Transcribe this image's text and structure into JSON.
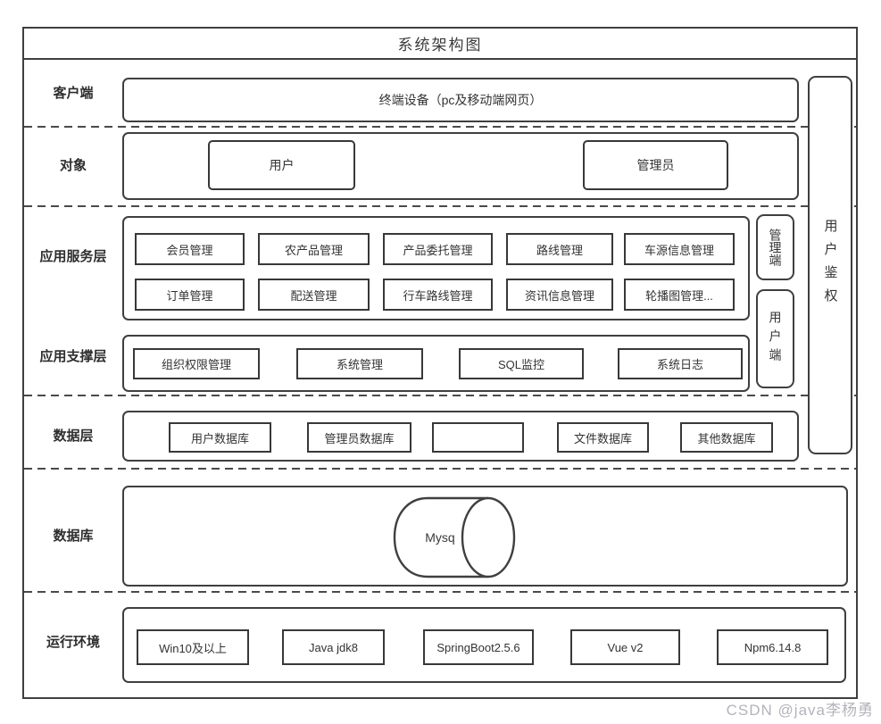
{
  "title": "系统架构图",
  "watermark": "CSDN @java李杨勇",
  "side": {
    "admin_label": "管理端",
    "user_label": "用户端",
    "auth_label": "用户鉴权"
  },
  "rows": {
    "client": {
      "label": "客户端",
      "terminal": "终端设备（pc及移动端网页）"
    },
    "object": {
      "label": "对象",
      "user": "用户",
      "admin": "管理员"
    },
    "service": {
      "label": "应用服务层",
      "row1": [
        "会员管理",
        "农产品管理",
        "产品委托管理",
        "路线管理",
        "车源信息管理"
      ],
      "row2": [
        "订单管理",
        "配送管理",
        "行车路线管理",
        "资讯信息管理",
        "轮播图管理..."
      ]
    },
    "support": {
      "label": "应用支撑层",
      "items": [
        "组织权限管理",
        "系统管理",
        "SQL监控",
        "系统日志"
      ]
    },
    "data_layer": {
      "label": "数据层",
      "items": [
        "用户数据库",
        "管理员数据库",
        "",
        "文件数据库",
        "其他数据库"
      ]
    },
    "database": {
      "label": "数据库",
      "db_name": "Mysq"
    },
    "runtime": {
      "label": "运行环境",
      "items": [
        "Win10及以上",
        "Java jdk8",
        "SpringBoot2.5.6",
        "Vue v2",
        "Npm6.14.8"
      ]
    }
  },
  "colors": {
    "border": "#3f3f3f",
    "dash": "#4a4a4a",
    "text": "#333333",
    "watermark": "#b3b3bc",
    "background": "#ffffff"
  }
}
